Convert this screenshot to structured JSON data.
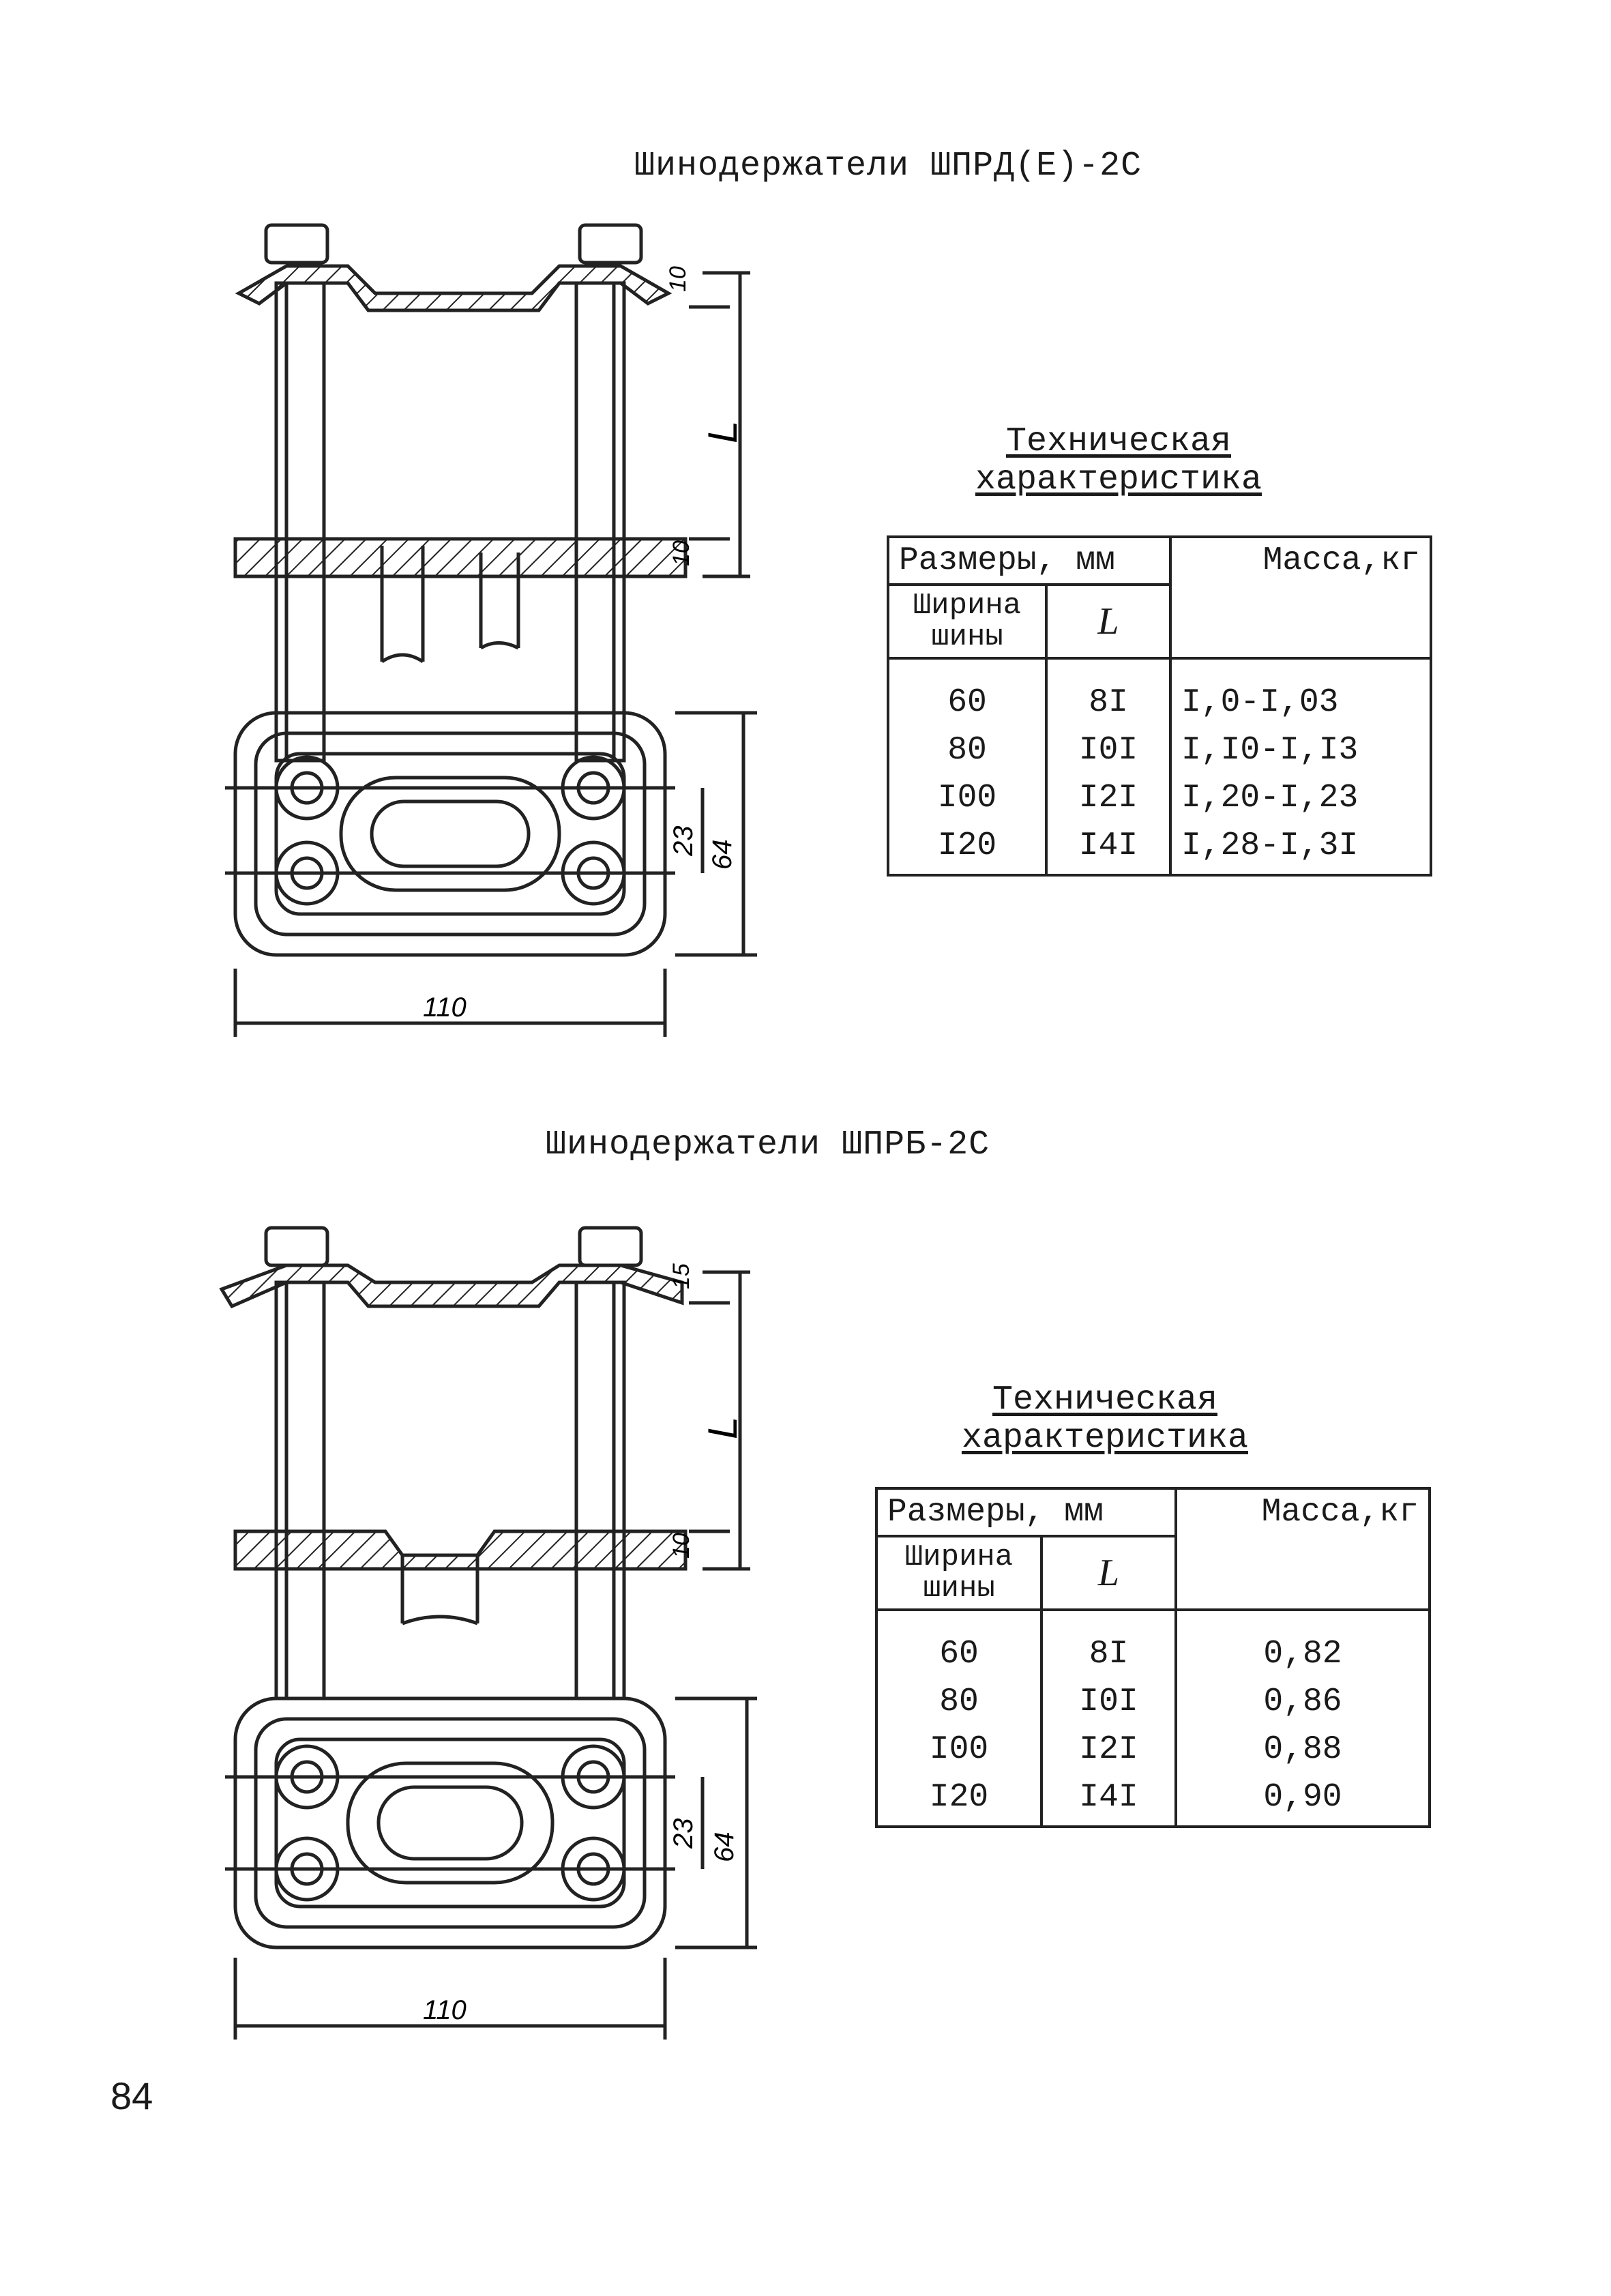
{
  "sections": [
    {
      "title": "Шинодержатели ШПРД(Е)-2С",
      "dims": {
        "top": "10",
        "length": "L",
        "base": "10",
        "bolt_spacing": "23",
        "height": "64",
        "width": "110"
      },
      "spec": {
        "title_line1": "Техническая",
        "title_line2": "характеристика",
        "col_sizes": "Размеры, мм",
        "col_mass": "Масса,кг",
        "col_width": "Ширина шины",
        "col_L": "L",
        "rows": [
          {
            "width": "60",
            "L": "8I",
            "mass": "I,0-I,03"
          },
          {
            "width": "80",
            "L": "I0I",
            "mass": "I,I0-I,I3"
          },
          {
            "width": "I00",
            "L": "I2I",
            "mass": "I,20-I,23"
          },
          {
            "width": "I20",
            "L": "I4I",
            "mass": "I,28-I,3I"
          }
        ]
      }
    },
    {
      "title": "Шинодержатели ШПРБ-2С",
      "dims": {
        "top": "15",
        "length": "L",
        "base": "10",
        "bolt_spacing": "23",
        "height": "64",
        "width": "110"
      },
      "spec": {
        "title_line1": "Техническая",
        "title_line2": "характеристика",
        "col_sizes": "Размеры, мм",
        "col_mass": "Масса,кг",
        "col_width": "Ширина шины",
        "col_L": "L",
        "rows": [
          {
            "width": "60",
            "L": "8I",
            "mass": "0,82"
          },
          {
            "width": "80",
            "L": "I0I",
            "mass": "0,86"
          },
          {
            "width": "I00",
            "L": "I2I",
            "mass": "0,88"
          },
          {
            "width": "I20",
            "L": "I4I",
            "mass": "0,90"
          }
        ]
      }
    }
  ],
  "page_number": "84"
}
